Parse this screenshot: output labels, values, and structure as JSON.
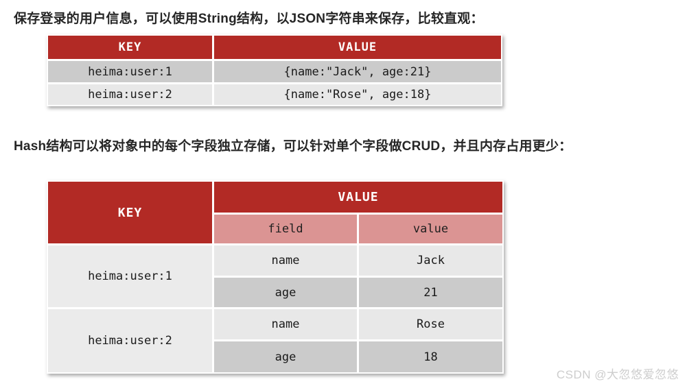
{
  "colors": {
    "header_red": "#B22A25",
    "subheader_pink": "#DB9493",
    "row_gray": "#CBCBCB",
    "row_light": "#E8E8E8",
    "key_cell_gray": "#EBEBEB"
  },
  "paragraphs": {
    "string_intro": "保存登录的用户信息，可以使用String结构，以JSON字符串来保存，比较直观：",
    "hash_intro": "Hash结构可以将对象中的每个字段独立存储，可以针对单个字段做CRUD，并且内存占用更少："
  },
  "string_table": {
    "col_key": "KEY",
    "col_value": "VALUE",
    "rows": [
      {
        "key": "heima:user:1",
        "value": "{name:\"Jack\", age:21}"
      },
      {
        "key": "heima:user:2",
        "value": "{name:\"Rose\", age:18}"
      }
    ]
  },
  "hash_table": {
    "col_key": "KEY",
    "col_value": "VALUE",
    "sub_field": "field",
    "sub_value": "value",
    "groups": [
      {
        "key": "heima:user:1",
        "entries": [
          {
            "field": "name",
            "value": "Jack"
          },
          {
            "field": "age",
            "value": "21"
          }
        ]
      },
      {
        "key": "heima:user:2",
        "entries": [
          {
            "field": "name",
            "value": "Rose"
          },
          {
            "field": "age",
            "value": "18"
          }
        ]
      }
    ]
  },
  "watermark": "CSDN @大忽悠爱忽悠"
}
